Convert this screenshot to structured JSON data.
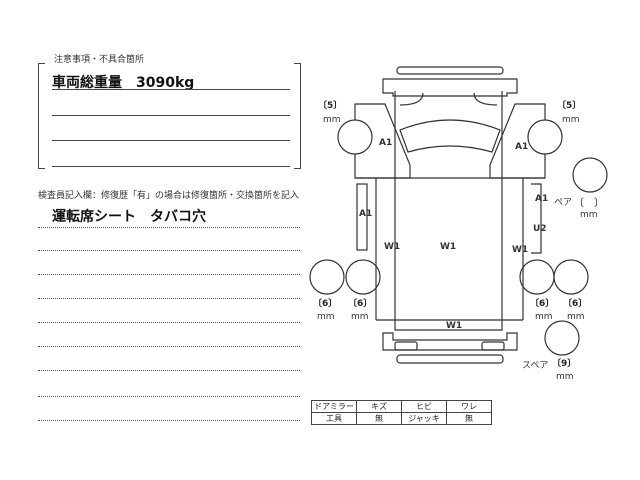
{
  "notes": {
    "title": "注意事項・不具合箇所",
    "line1": "車両総重量　3090kg"
  },
  "inspector": {
    "title": "検査員記入欄：修復歴「有」の場合は修復箇所・交換箇所を記入",
    "line1": "運転席シート　タバコ穴"
  },
  "diagram": {
    "front_left_tread": "5",
    "front_right_tread": "5",
    "rear_tread": [
      "6",
      "6",
      "6",
      "6"
    ],
    "spare_tread": "9",
    "pair_label": "ペア",
    "spare_label": "スペア",
    "unit": "mm",
    "marks": {
      "a1": "A1",
      "w1": "W1",
      "u2": "U2"
    }
  },
  "table": {
    "rows": [
      [
        "ドアミラー",
        "キズ",
        "ヒビ",
        "ワレ"
      ],
      [
        "工具",
        "無",
        "ジャッキ",
        "無"
      ]
    ]
  }
}
